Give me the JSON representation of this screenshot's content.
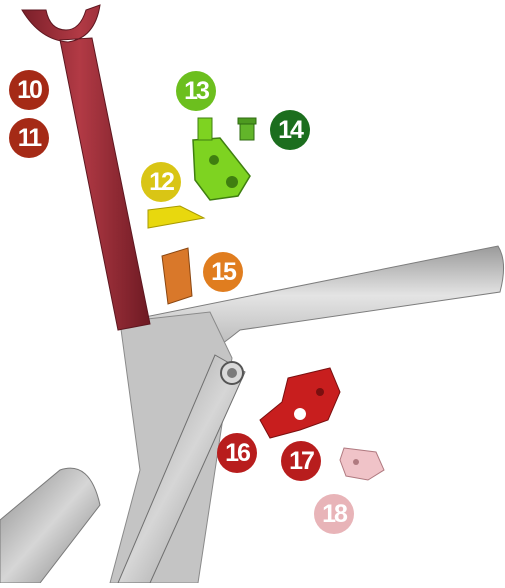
{
  "callouts": [
    {
      "number": "10",
      "color": "#a52a16",
      "part": "seatpost"
    },
    {
      "number": "11",
      "color": "#a52a16",
      "part": "seatpost"
    },
    {
      "number": "12",
      "color": "#d9c515",
      "part": "wedge"
    },
    {
      "number": "13",
      "color": "#6cbf1e",
      "part": "seatpost-clamp-head"
    },
    {
      "number": "14",
      "color": "#1c6e1e",
      "part": "clamp-bolt"
    },
    {
      "number": "15",
      "color": "#e07d1f",
      "part": "clamp-block"
    },
    {
      "number": "16",
      "color": "#b81d1d",
      "part": "derailleur-hanger"
    },
    {
      "number": "17",
      "color": "#b81d1d",
      "part": "derailleur-hanger"
    },
    {
      "number": "18",
      "color": "#e8b4b8",
      "part": "dropout-insert"
    }
  ],
  "colors": {
    "frame": "#c9c9c9",
    "frame_shadow": "#8e8e8e",
    "seatpost": "#a8323c",
    "clamp_green": "#7ed321",
    "wedge_yellow": "#e8d80e",
    "block_orange": "#d9782a",
    "hanger_red": "#c81e1e",
    "insert_pink": "#f0c3c8"
  }
}
